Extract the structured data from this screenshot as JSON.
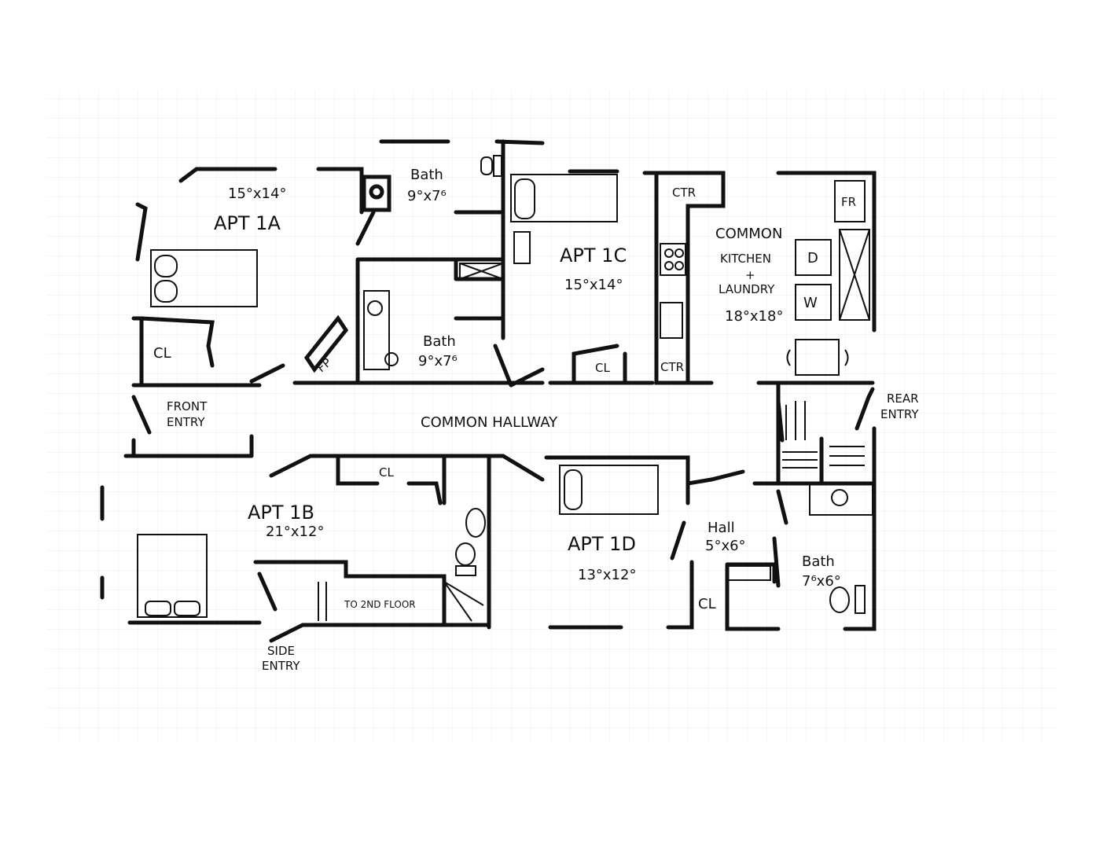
{
  "title": "First floor plan sketch",
  "rooms": {
    "apt1a": {
      "name": "APT 1A",
      "dims": "15°x14°",
      "closet": "CL",
      "fireplace": "FP"
    },
    "bath_top": {
      "name": "Bath",
      "dims": "9°x7⁶"
    },
    "bath_mid": {
      "name": "Bath",
      "dims": "9°x7⁶"
    },
    "apt1c": {
      "name": "APT 1C",
      "dims": "15°x14°",
      "closet": "CL"
    },
    "kitchen": {
      "line1": "COMMON",
      "line2": "KITCHEN",
      "line3": "+",
      "line4": "LAUNDRY",
      "dims": "18°x18°",
      "counter_top": "CTR",
      "counter_bottom": "CTR",
      "fridge": "FR",
      "dryer": "D",
      "washer": "W"
    },
    "apt1b": {
      "name": "APT 1B",
      "dims": "21°x12°",
      "closet": "CL",
      "stairs": "TO 2ND FLOOR"
    },
    "apt1d": {
      "name": "APT 1D",
      "dims": "13°x12°",
      "closet": "CL"
    },
    "hall": {
      "name": "Hall",
      "dims": "5°x6°"
    },
    "bath_rear": {
      "name": "Bath",
      "dims": "7⁶x6°"
    }
  },
  "labels": {
    "front_entry_1": "FRONT",
    "front_entry_2": "ENTRY",
    "rear_entry_1": "REAR",
    "rear_entry_2": "ENTRY",
    "side_entry_1": "SIDE",
    "side_entry_2": "ENTRY",
    "common_hallway": "COMMON HALLWAY"
  }
}
